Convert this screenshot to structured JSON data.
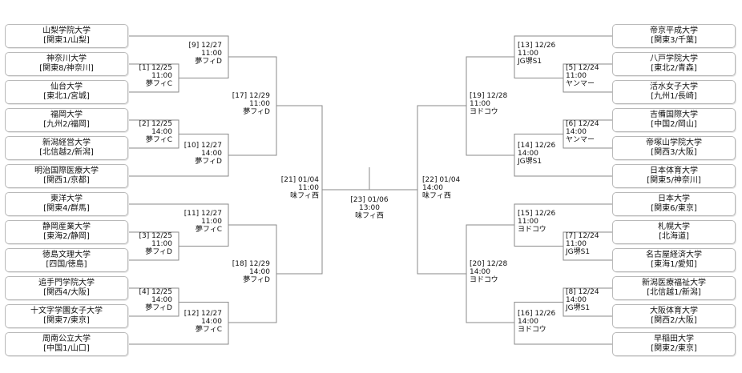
{
  "colors": {
    "line": "#8a8a8a",
    "box_border": "#b9b9b9"
  },
  "teams": {
    "left": [
      {
        "name": "山梨学院大学",
        "seed": "[関東1/山梨]"
      },
      {
        "name": "神奈川大学",
        "seed": "[関東8/神奈川]"
      },
      {
        "name": "仙台大学",
        "seed": "[東北1/宮城]"
      },
      {
        "name": "福岡大学",
        "seed": "[九州2/福岡]"
      },
      {
        "name": "新潟経営大学",
        "seed": "[北信越2/新潟]"
      },
      {
        "name": "明治国際医療大学",
        "seed": "[関西1/京都]"
      },
      {
        "name": "東洋大学",
        "seed": "[関東4/群馬]"
      },
      {
        "name": "静岡産業大学",
        "seed": "[東海2/静岡]"
      },
      {
        "name": "徳島文理大学",
        "seed": "[四国/徳島]"
      },
      {
        "name": "追手門学院大学",
        "seed": "[関西4/大阪]"
      },
      {
        "name": "十文字学園女子大学",
        "seed": "[関東7/東京]"
      },
      {
        "name": "周南公立大学",
        "seed": "[中国1/山口]"
      }
    ],
    "right": [
      {
        "name": "帝京平成大学",
        "seed": "[関東3/千葉]"
      },
      {
        "name": "八戸学院大学",
        "seed": "[東北2/青森]"
      },
      {
        "name": "活水女子大学",
        "seed": "[九州1/長崎]"
      },
      {
        "name": "吉備国際大学",
        "seed": "[中国2/岡山]"
      },
      {
        "name": "帝塚山学院大学",
        "seed": "[関西3/大阪]"
      },
      {
        "name": "日本体育大学",
        "seed": "[関東5/神奈川]"
      },
      {
        "name": "日本大学",
        "seed": "[関東6/東京]"
      },
      {
        "name": "札幌大学",
        "seed": "[北海道]"
      },
      {
        "name": "名古屋経済大学",
        "seed": "[東海1/愛知]"
      },
      {
        "name": "新潟医療福祉大学",
        "seed": "[北信越1/新潟]"
      },
      {
        "name": "大阪体育大学",
        "seed": "[関西2/大阪]"
      },
      {
        "name": "早稲田大学",
        "seed": "[関東2/東京]"
      }
    ]
  },
  "matches": {
    "m1": {
      "id_date": "[1] 12/25",
      "time": "11:00",
      "venue": "夢フィC"
    },
    "m2": {
      "id_date": "[2] 12/25",
      "time": "14:00",
      "venue": "夢フィC"
    },
    "m3": {
      "id_date": "[3] 12/25",
      "time": "11:00",
      "venue": "夢フィD"
    },
    "m4": {
      "id_date": "[4] 12/25",
      "time": "14:00",
      "venue": "夢フィD"
    },
    "m5": {
      "id_date": "[5] 12/24",
      "time": "11:00",
      "venue": "ヤンマー"
    },
    "m6": {
      "id_date": "[6] 12/24",
      "time": "14:00",
      "venue": "ヤンマー"
    },
    "m7": {
      "id_date": "[7] 12/24",
      "time": "11:00",
      "venue": "JG堺S1"
    },
    "m8": {
      "id_date": "[8] 12/24",
      "time": "14:00",
      "venue": "JG堺S1"
    },
    "m9": {
      "id_date": "[9] 12/27",
      "time": "11:00",
      "venue": "夢フィD"
    },
    "m10": {
      "id_date": "[10] 12/27",
      "time": "14:00",
      "venue": "夢フィD"
    },
    "m11": {
      "id_date": "[11] 12/27",
      "time": "11:00",
      "venue": "夢フィC"
    },
    "m12": {
      "id_date": "[12] 12/27",
      "time": "14:00",
      "venue": "夢フィC"
    },
    "m13": {
      "id_date": "[13] 12/26",
      "time": "11:00",
      "venue": "JG堺S1"
    },
    "m14": {
      "id_date": "[14] 12/26",
      "time": "14:00",
      "venue": "JG堺S1"
    },
    "m15": {
      "id_date": "[15] 12/26",
      "time": "11:00",
      "venue": "ヨドコウ"
    },
    "m16": {
      "id_date": "[16] 12/26",
      "time": "14:00",
      "venue": "ヨドコウ"
    },
    "m17": {
      "id_date": "[17] 12/29",
      "time": "11:00",
      "venue": "夢フィD"
    },
    "m18": {
      "id_date": "[18] 12/29",
      "time": "14:00",
      "venue": "夢フィD"
    },
    "m19": {
      "id_date": "[19] 12/28",
      "time": "11:00",
      "venue": "ヨドコウ"
    },
    "m20": {
      "id_date": "[20] 12/28",
      "time": "14:00",
      "venue": "ヨドコウ"
    },
    "m21": {
      "id_date": "[21] 01/04",
      "time": "11:00",
      "venue": "味フィ西"
    },
    "m22": {
      "id_date": "[22] 01/04",
      "time": "14:00",
      "venue": "味フィ西"
    },
    "m23": {
      "id_date": "[23] 01/06",
      "time": "13:00",
      "venue": "味フィ西"
    }
  }
}
